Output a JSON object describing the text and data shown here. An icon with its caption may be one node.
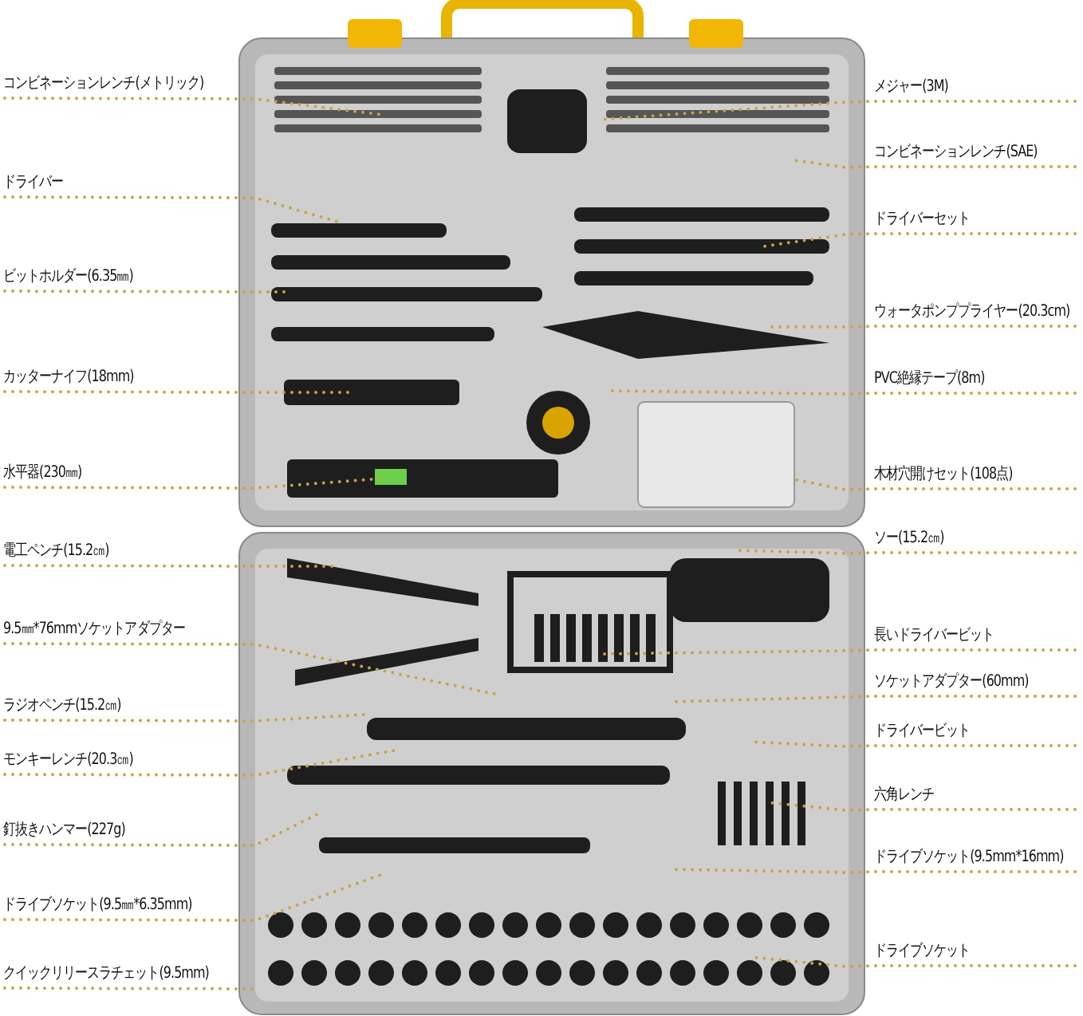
{
  "diagram": {
    "nodes": [
      {
        "text": [
          "コンビネーションレンチ(メトリック)"
        ]
      },
      {
        "text": [
          "ドライバー"
        ]
      },
      {
        "text": [
          "ビットホルダー(6.35㎜)"
        ]
      },
      {
        "text": [
          "カッターナイフ(18mm)"
        ]
      },
      {
        "text": [
          "水平器(230㎜)"
        ]
      },
      {
        "text": [
          "電工ペンチ(15.2㎝)"
        ]
      },
      {
        "text": [
          "9.5㎜*76mmソケットアダプター"
        ]
      },
      {
        "text": [
          "ラジオペンチ(15.2㎝)"
        ]
      },
      {
        "text": [
          "モンキーレンチ(20.3㎝)"
        ]
      },
      {
        "text": [
          "釘抜きハンマー(227g)"
        ]
      },
      {
        "text": [
          "ドライブソケット(9.5㎜*6.35mm)"
        ]
      },
      {
        "text": [
          "クイックリリースラチェット(9.5mm)"
        ]
      },
      {
        "text": [
          "メジャー(3M)"
        ]
      },
      {
        "text": [
          "コンビネーションレンチ(SAE)"
        ]
      },
      {
        "text": [
          "ドライバーセット"
        ]
      },
      {
        "text": [
          "ウォータポンププライヤー(20.3cm)"
        ]
      },
      {
        "text": [
          "PVC絶縁テープ(8m)"
        ]
      },
      {
        "text": [
          "木材穴開けセット(108点)"
        ]
      },
      {
        "text": [
          "ソー(15.2㎝)"
        ]
      },
      {
        "text": [
          "長いドライバービット"
        ]
      },
      {
        "text": [
          "ソケットアダプター(60mm)"
        ]
      },
      {
        "text": [
          "ドライバービット"
        ]
      },
      {
        "text": [
          "六角レンチ"
        ]
      },
      {
        "text": [
          "ドライブソケット(9.5mm*16mm)"
        ]
      },
      {
        "text": [
          "ドライブソケット"
        ]
      }
    ],
    "edges": [
      {
        "from": 0,
        "to": null,
        "arrow": "none"
      },
      {
        "from": 1,
        "to": null,
        "arrow": "none"
      },
      {
        "from": 2,
        "to": null,
        "arrow": "none"
      },
      {
        "from": 3,
        "to": null,
        "arrow": "none"
      },
      {
        "from": 4,
        "to": null,
        "arrow": "none"
      },
      {
        "from": 5,
        "to": null,
        "arrow": "none"
      },
      {
        "from": 6,
        "to": null,
        "arrow": "none"
      },
      {
        "from": 7,
        "to": null,
        "arrow": "none"
      },
      {
        "from": 8,
        "to": null,
        "arrow": "none"
      },
      {
        "from": 9,
        "to": null,
        "arrow": "none"
      },
      {
        "from": 10,
        "to": null,
        "arrow": "none"
      },
      {
        "from": 11,
        "to": null,
        "arrow": "none"
      },
      {
        "from": 12,
        "to": null,
        "arrow": "none"
      },
      {
        "from": 13,
        "to": null,
        "arrow": "none"
      },
      {
        "from": 14,
        "to": null,
        "arrow": "none"
      },
      {
        "from": 15,
        "to": null,
        "arrow": "none"
      },
      {
        "from": 16,
        "to": null,
        "arrow": "none"
      },
      {
        "from": 17,
        "to": null,
        "arrow": "none"
      },
      {
        "from": 18,
        "to": null,
        "arrow": "none"
      },
      {
        "from": 19,
        "to": null,
        "arrow": "none"
      },
      {
        "from": 20,
        "to": null,
        "arrow": "none"
      },
      {
        "from": 21,
        "to": null,
        "arrow": "none"
      },
      {
        "from": 22,
        "to": null,
        "arrow": "none"
      },
      {
        "from": 23,
        "to": null,
        "arrow": "none"
      },
      {
        "from": 24,
        "to": null,
        "arrow": "none"
      }
    ]
  }
}
